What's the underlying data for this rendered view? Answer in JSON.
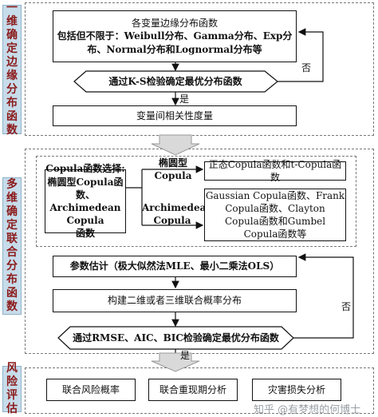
{
  "stage1": {
    "side_label": "一维确定边缘分布函数",
    "box1": {
      "line1": "各变量边缘分布函数",
      "line2": "包括但不限于：Weibull分布、Gamma分布、Exp分",
      "line3": "布、Normal分布和Lognormal分布等"
    },
    "decision": "通过K-S检验确定最优分布函数",
    "no_label": "否",
    "yes_label": "是",
    "box2": "变量间相关性度量"
  },
  "stage2": {
    "side_label": "多维确定联合分布函数",
    "copula_select": {
      "line1": "Copula函数选择:",
      "line2": "椭圆型Copula函数、",
      "line3": "Archimedean Copula",
      "line4": "函数"
    },
    "branch1_label": {
      "line1": "椭圆型",
      "line2": "Copula"
    },
    "branch2_label": {
      "line1": "Archimedean",
      "line2": "Copula"
    },
    "elliptical_box": "正态Copula函数和t-Copula函数",
    "arch_box": {
      "line1": "Gaussian Copula函数、Frank",
      "line2": "Copula函数、Clayton",
      "line3": "Copula函数和Gumbel",
      "line4": "Copula函数等"
    },
    "param_box": "参数估计（极大似然法MLE、最小二乘法OLS）",
    "build_box": "构建二维或者三维联合概率分布",
    "decision": "通过RMSE、AIC、BIC检验确定最优分布函数",
    "no_label": "否",
    "yes_label": "是"
  },
  "stage3": {
    "side_label": "风险评估",
    "boxes": [
      "联合风险概率",
      "联合重现期分析",
      "灾害损失分析"
    ]
  },
  "watermark": "知乎 @有梦想的何博士"
}
